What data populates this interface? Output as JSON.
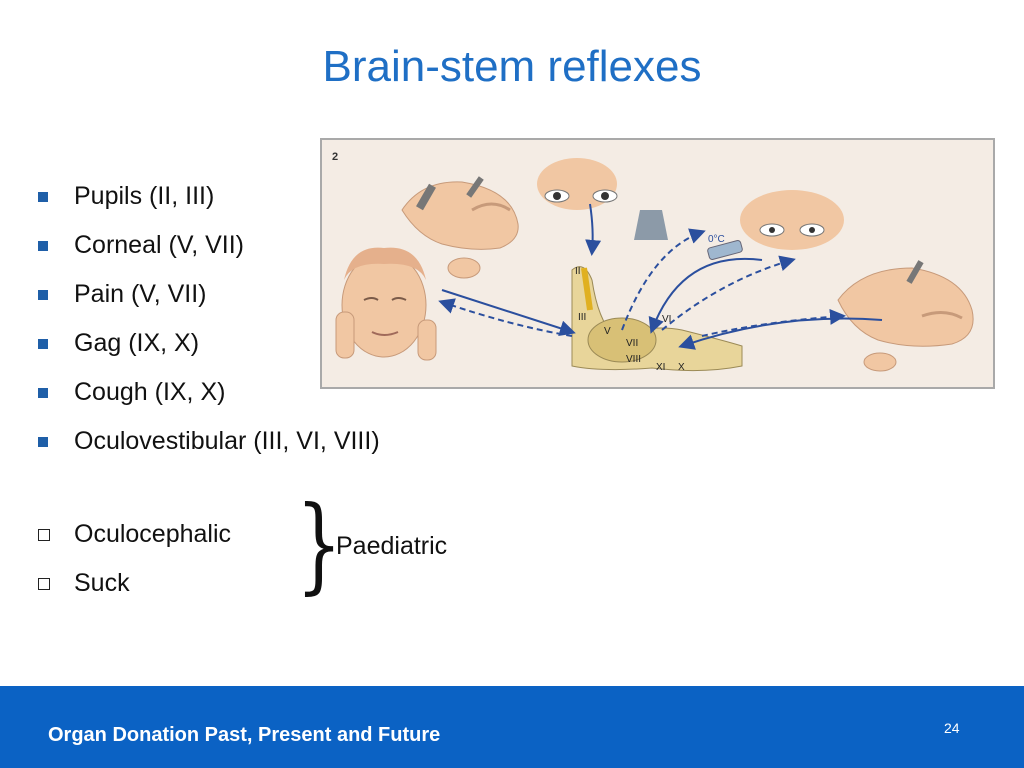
{
  "slide": {
    "title": "Brain-stem reflexes",
    "bullets": [
      "Pupils (II, III)",
      "Corneal (V, VII)",
      "Pain (V, VII)",
      "Gag (IX, X)",
      "Cough (IX, X)",
      "Oculovestibular (III, VI, VIII)"
    ],
    "paediatric_items": [
      "Oculocephalic",
      "Suck"
    ],
    "brace_label": "Paediatric",
    "footer_text": "Organ Donation Past, Present and Future",
    "page_number": "24"
  },
  "figure": {
    "panel_number": "2",
    "nerve_labels": [
      "II",
      "III",
      "V",
      "VI",
      "VII",
      "VIII",
      "XI",
      "X"
    ],
    "temperature_label": "0°C"
  },
  "colors": {
    "title": "#1f6fc5",
    "footer_bg": "#0b62c4",
    "bullet": "#1f5fa8"
  }
}
